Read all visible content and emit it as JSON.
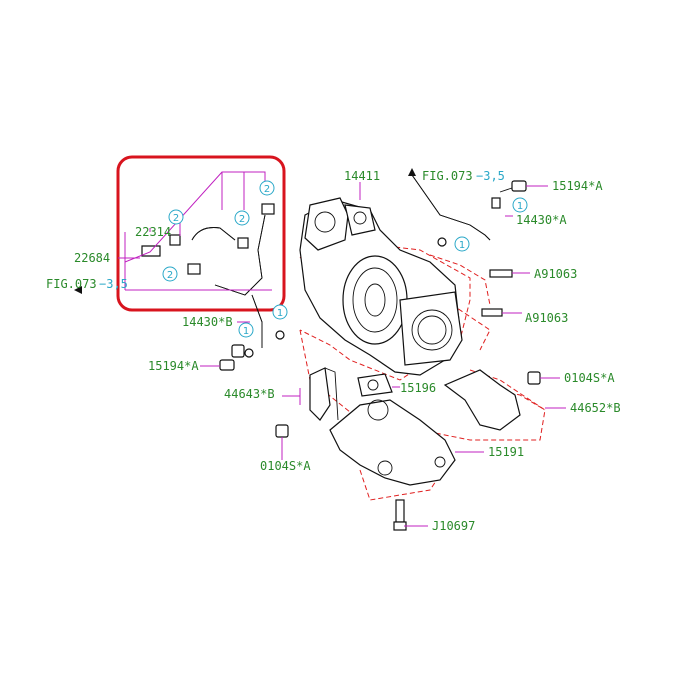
{
  "labels": {
    "p14411": "14411",
    "fig_top": "FIG.073",
    "fig_top_ref": "−3,5",
    "p15194a_top": "15194*A",
    "p14430a": "14430*A",
    "pA91063_1": "A91063",
    "pA91063_2": "A91063",
    "p22314": "22314",
    "p22684": "22684",
    "fig_left": "FIG.073",
    "fig_left_ref": "−3,5",
    "p14430b": "14430*B",
    "p15194a_left": "15194*A",
    "p44643b": "44643*B",
    "p15196": "15196",
    "p0104sa_right": "0104S*A",
    "p44652b": "44652*B",
    "p0104sa_left": "0104S*A",
    "p15191": "15191",
    "pJ10697": "J10697"
  },
  "callouts": {
    "c1": "1",
    "c2": "2"
  },
  "colors": {
    "label": "#2a8a2a",
    "leader": "#c020c0",
    "dashed_outline": "#e02020",
    "callout": "#2aa8c8",
    "highlight": "#d8141e"
  }
}
